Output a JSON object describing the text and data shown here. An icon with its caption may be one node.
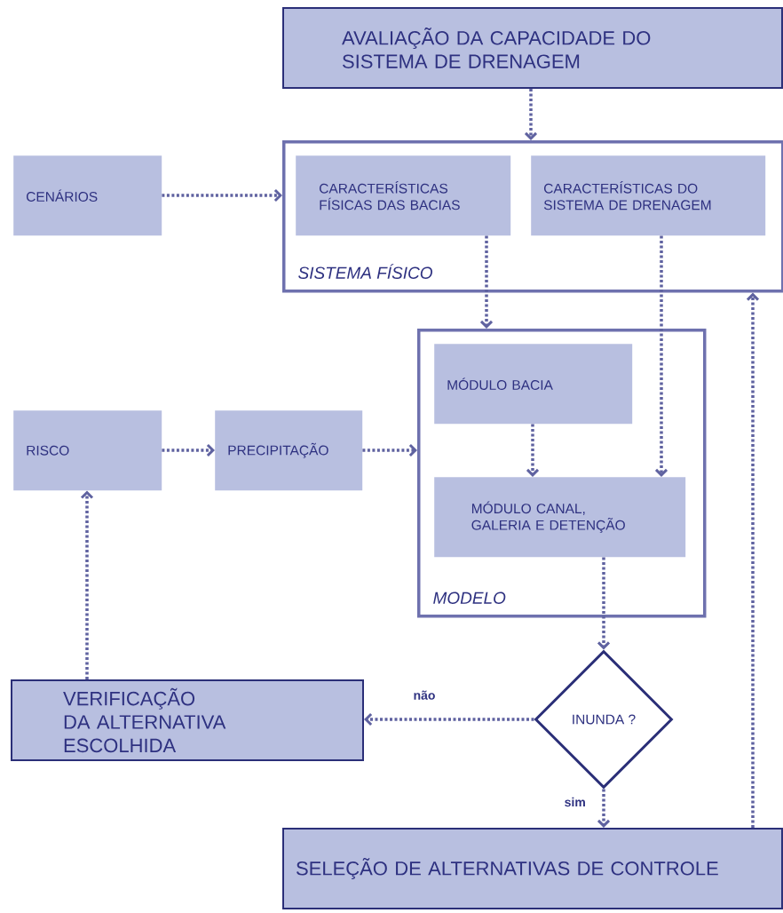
{
  "diagram": {
    "nodes": [
      {
        "text": [
          "AVALIAÇÃO DA CAPACIDADE DO SISTEMA DE DRENAGEM"
        ]
      },
      {
        "text": [
          "SISTEMA FÍSICO"
        ]
      },
      {
        "text": [
          "CARACTERÍSTICAS FÍSICAS DAS BACIAS"
        ],
        "in": 1
      },
      {
        "text": [
          "CARACTERÍSTICAS DO SISTEMA DE DRENAGEM"
        ],
        "in": 1
      },
      {
        "text": [
          "CENÁRIOS"
        ]
      },
      {
        "text": [
          "MODELO"
        ]
      },
      {
        "text": [
          "MÓDULO BACIA"
        ],
        "in": 5
      },
      {
        "text": [
          "MÓDULO CANAL, GALERIA E DETENÇÃO"
        ],
        "in": 5
      },
      {
        "text": [
          "RISCO"
        ]
      },
      {
        "text": [
          "PRECIPITAÇÃO"
        ]
      },
      {
        "text": [
          "VERIFICAÇÃO DA ALTERNATIVA ESCOLHIDA"
        ]
      },
      {
        "text": [
          "INUNDA ?"
        ]
      },
      {
        "text": [
          "SELEÇÃO DE ALTERNATIVAS DE CONTROLE"
        ]
      }
    ],
    "edges": [
      {
        "from": 0,
        "to": 1,
        "arrow": "to"
      },
      {
        "from": 4,
        "to": 1,
        "arrow": "to"
      },
      {
        "from": 2,
        "to": 5,
        "arrow": "to"
      },
      {
        "from": 3,
        "to": 7,
        "arrow": "to"
      },
      {
        "from": 6,
        "to": 7,
        "arrow": "to"
      },
      {
        "from": 8,
        "to": 9,
        "arrow": "to"
      },
      {
        "from": 9,
        "to": 5,
        "arrow": "to"
      },
      {
        "from": 7,
        "to": 11,
        "arrow": "to"
      },
      {
        "from": 11,
        "to": 10,
        "label": "não",
        "arrow": "to"
      },
      {
        "from": 11,
        "to": 12,
        "label": "sim",
        "arrow": "to"
      },
      {
        "from": 12,
        "to": 1,
        "arrow": "to"
      },
      {
        "from": 10,
        "to": 8,
        "arrow": "to"
      }
    ]
  }
}
